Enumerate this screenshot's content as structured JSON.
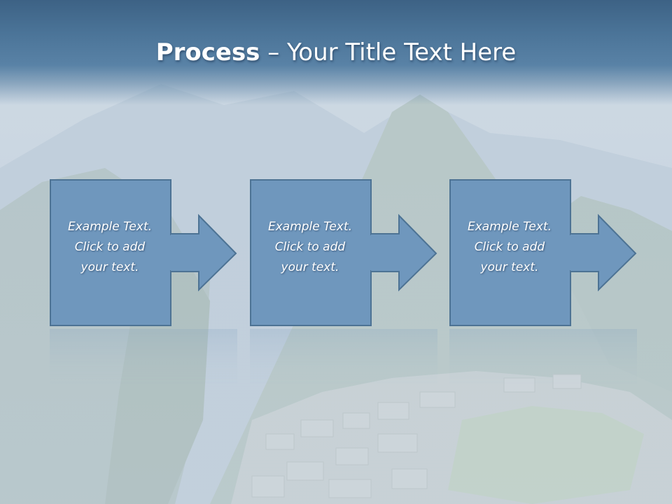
{
  "slide": {
    "title_bold": "Process",
    "title_rest": " – Your Title Text Here",
    "steps": [
      {
        "text": "Example Text.\nClick  to add\nyour text."
      },
      {
        "text": "Example Text.\nClick  to add\nyour text."
      },
      {
        "text": "Example Text.\nClick  to add\nyour text."
      }
    ]
  },
  "colors": {
    "title_bar": "#4a7397",
    "box_fill": "#6f97bd",
    "box_stroke": "#4d7394",
    "title_text": "#ffffff"
  },
  "icons": {
    "step_arrow": "right-arrow-icon"
  }
}
